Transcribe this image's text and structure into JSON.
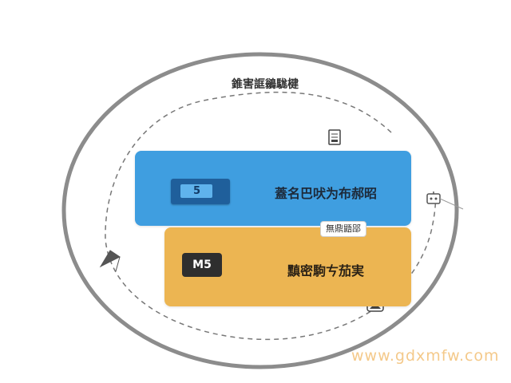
{
  "diagram": {
    "top_label": "錐害誆鶲駹楗",
    "blue_box": {
      "chip_text": "5",
      "label": "蓋名巴吠为布郝昭"
    },
    "yellow_box": {
      "chip_text": "M5",
      "label": "黰密駒ㄘ茄実"
    },
    "connector_tag": "無鼎鼯郘",
    "icons": [
      "document-icon",
      "robot-icon",
      "person-icon"
    ]
  },
  "watermark": "www.gdxmfw.com",
  "colors": {
    "blue_box": "#3f9ee0",
    "yellow_box": "#ecb552",
    "ring": "#8c8c8c",
    "watermark": "#f4c98a"
  }
}
